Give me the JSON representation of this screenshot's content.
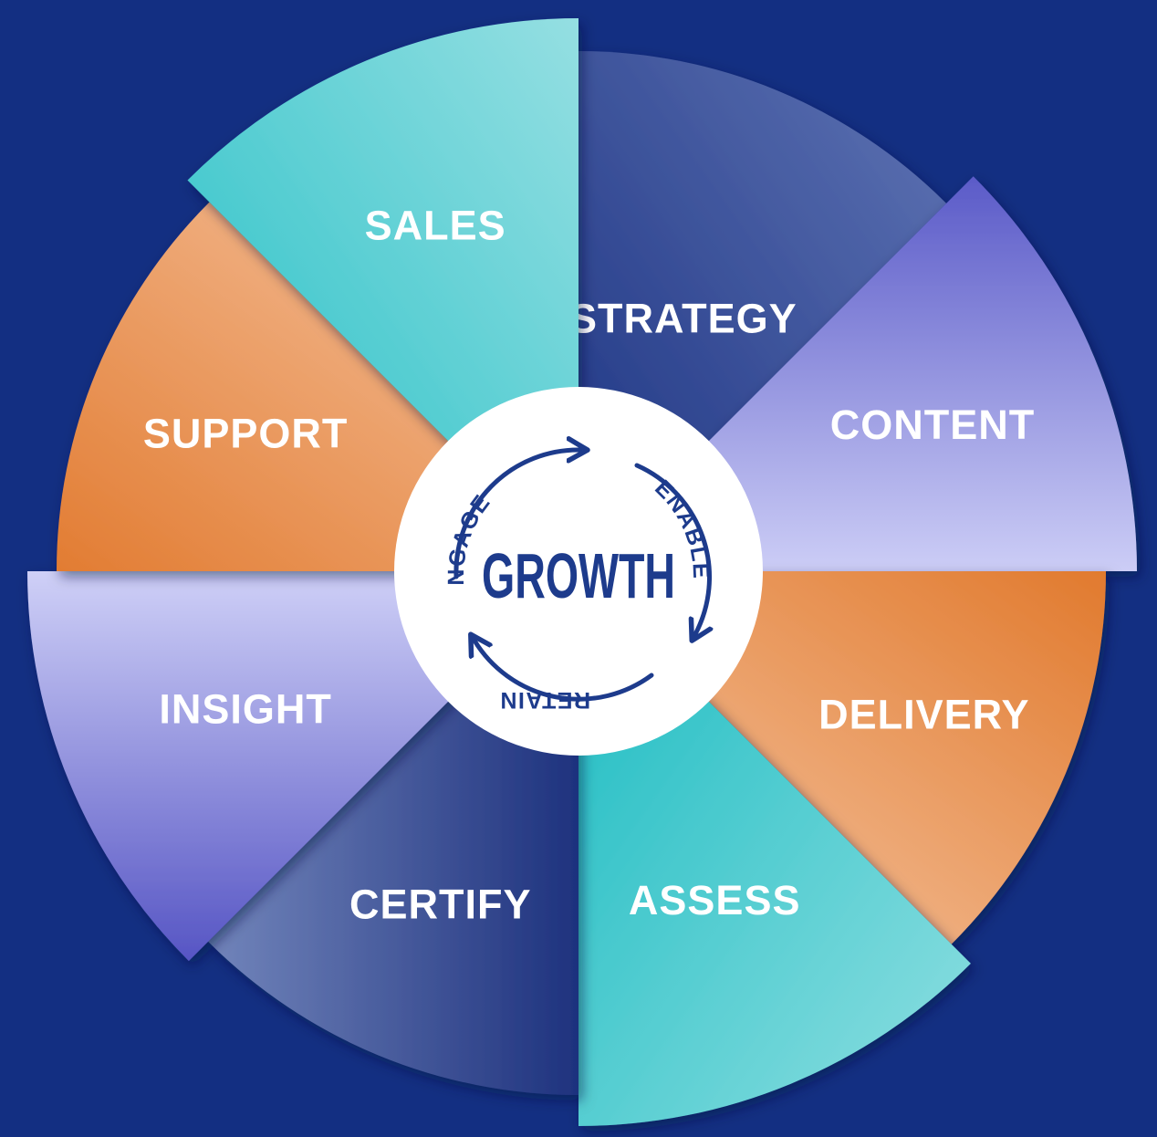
{
  "background": "#132f82",
  "segments": [
    {
      "id": "strategy",
      "label": "STRATEGY",
      "colors": [
        "#1d3483",
        "#5f74b4"
      ]
    },
    {
      "id": "content",
      "label": "CONTENT",
      "colors": [
        "#5b5bc8",
        "#cccdf6"
      ]
    },
    {
      "id": "delivery",
      "label": "DELIVERY",
      "colors": [
        "#e17a2e",
        "#f6c9a8"
      ]
    },
    {
      "id": "assess",
      "label": "ASSESS",
      "colors": [
        "#1cbcc2",
        "#8fdfe1"
      ]
    },
    {
      "id": "certify",
      "label": "CERTIFY",
      "colors": [
        "#1e327e",
        "#7285bb"
      ]
    },
    {
      "id": "insight",
      "label": "INSIGHT",
      "colors": [
        "#5655c4",
        "#cfd0f7"
      ]
    },
    {
      "id": "support",
      "label": "SUPPORT",
      "colors": [
        "#e27c32",
        "#f6c6a4"
      ]
    },
    {
      "id": "sales",
      "label": "SALES",
      "colors": [
        "#21bfc5",
        "#95dfe2"
      ]
    }
  ],
  "center": {
    "title": "GROWTH",
    "cycle": [
      "ENGAGE",
      "ENABLE",
      "RETAIN"
    ],
    "fill": "#ffffff",
    "accent": "#1d3b8c"
  }
}
